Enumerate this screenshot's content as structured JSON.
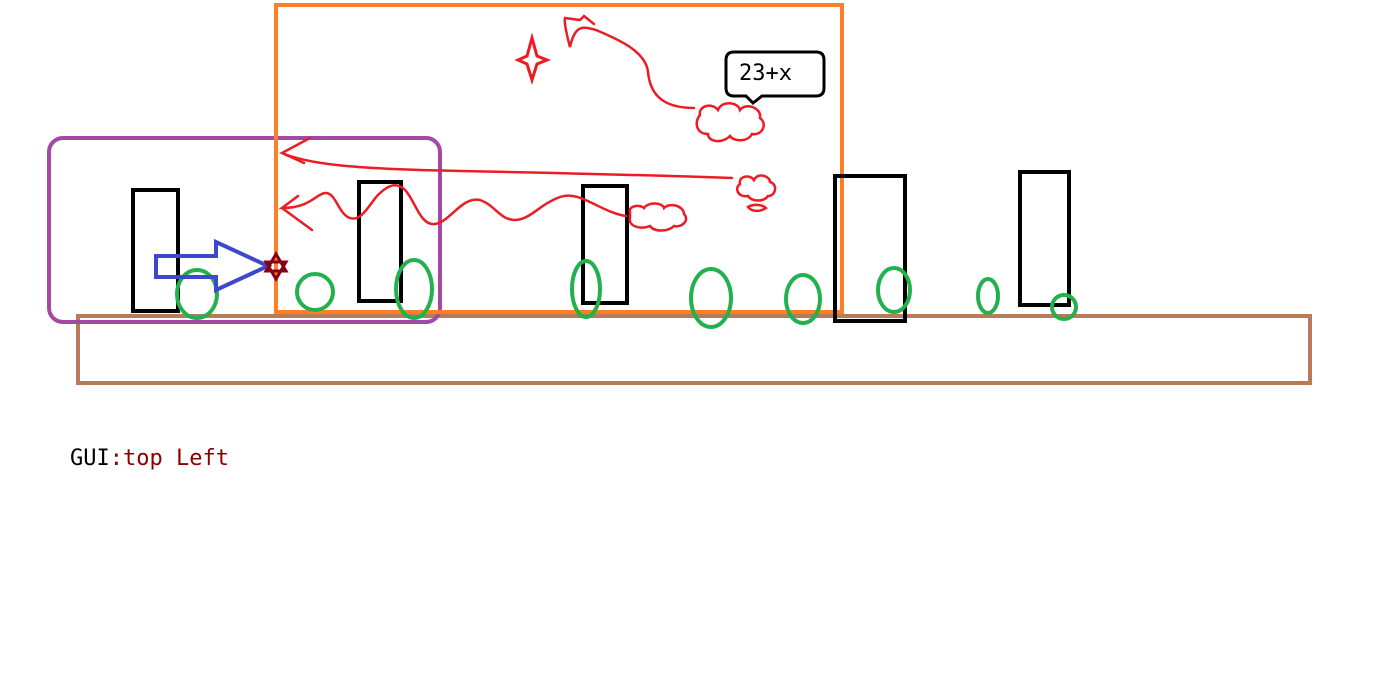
{
  "bubble": {
    "text": "23+x"
  },
  "caption": {
    "key": "GUI",
    "separator": ":",
    "value": "top Left"
  },
  "colors": {
    "viewport_box": "#ff7f27",
    "gui_box": "#a349a4",
    "ground": "#b97a57",
    "obstacle": "#000000",
    "bush": "#22b14c",
    "arrow": "#3f48cc",
    "star": "#880015",
    "enemy_fire": "#ed1c24"
  },
  "icons": [
    "obstacle-rect",
    "bush-ellipse",
    "arrow-right",
    "star-of-david",
    "cloud-puff",
    "sparkle"
  ]
}
